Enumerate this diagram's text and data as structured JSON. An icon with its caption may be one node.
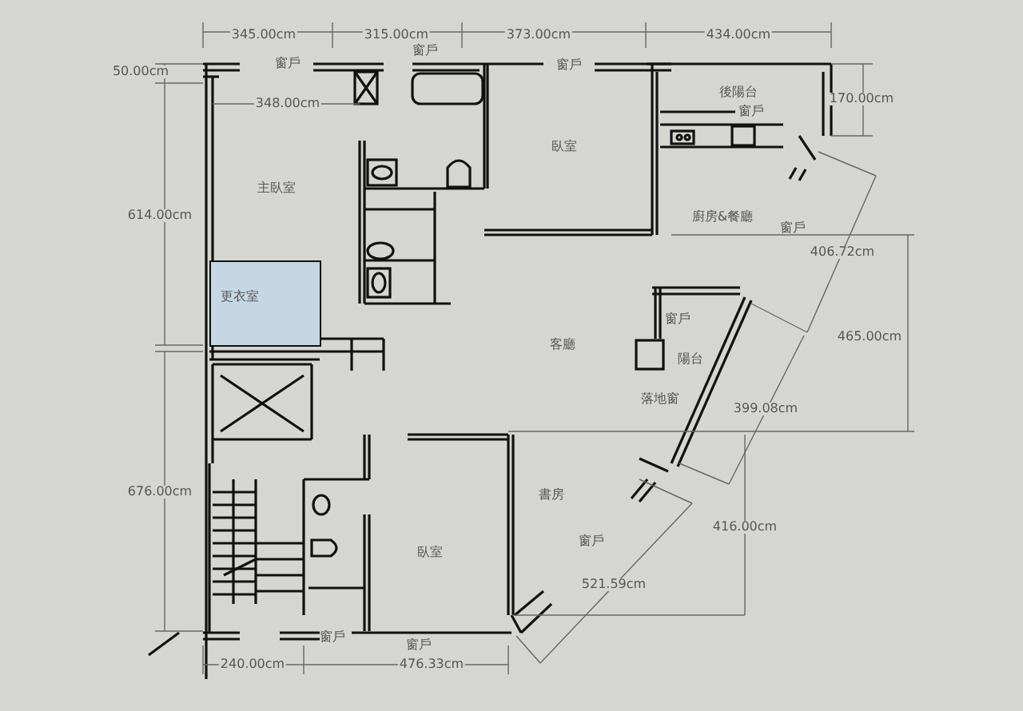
{
  "diagram": {
    "nodes": [
      {
        "text": [
          "更衣室"
        ]
      }
    ],
    "labels": [
      "345.00cm",
      "315.00cm",
      "373.00cm",
      "434.00cm",
      "窗戶",
      "窗戶",
      "窗戶",
      "50.00cm",
      "後陽台",
      "170.00cm",
      "窗戶",
      "348.00cm",
      "臥室",
      "主臥室",
      "614.00cm",
      "廚房&餐廳",
      "窗戶",
      "406.72cm",
      "窗戶",
      "465.00cm",
      "客廳",
      "陽台",
      "落地窗",
      "399.08cm",
      "676.00cm",
      "書房",
      "416.00cm",
      "臥室",
      "窗戶",
      "521.59cm",
      "窗戶",
      "窗戶",
      "240.00cm",
      "476.33cm"
    ]
  }
}
